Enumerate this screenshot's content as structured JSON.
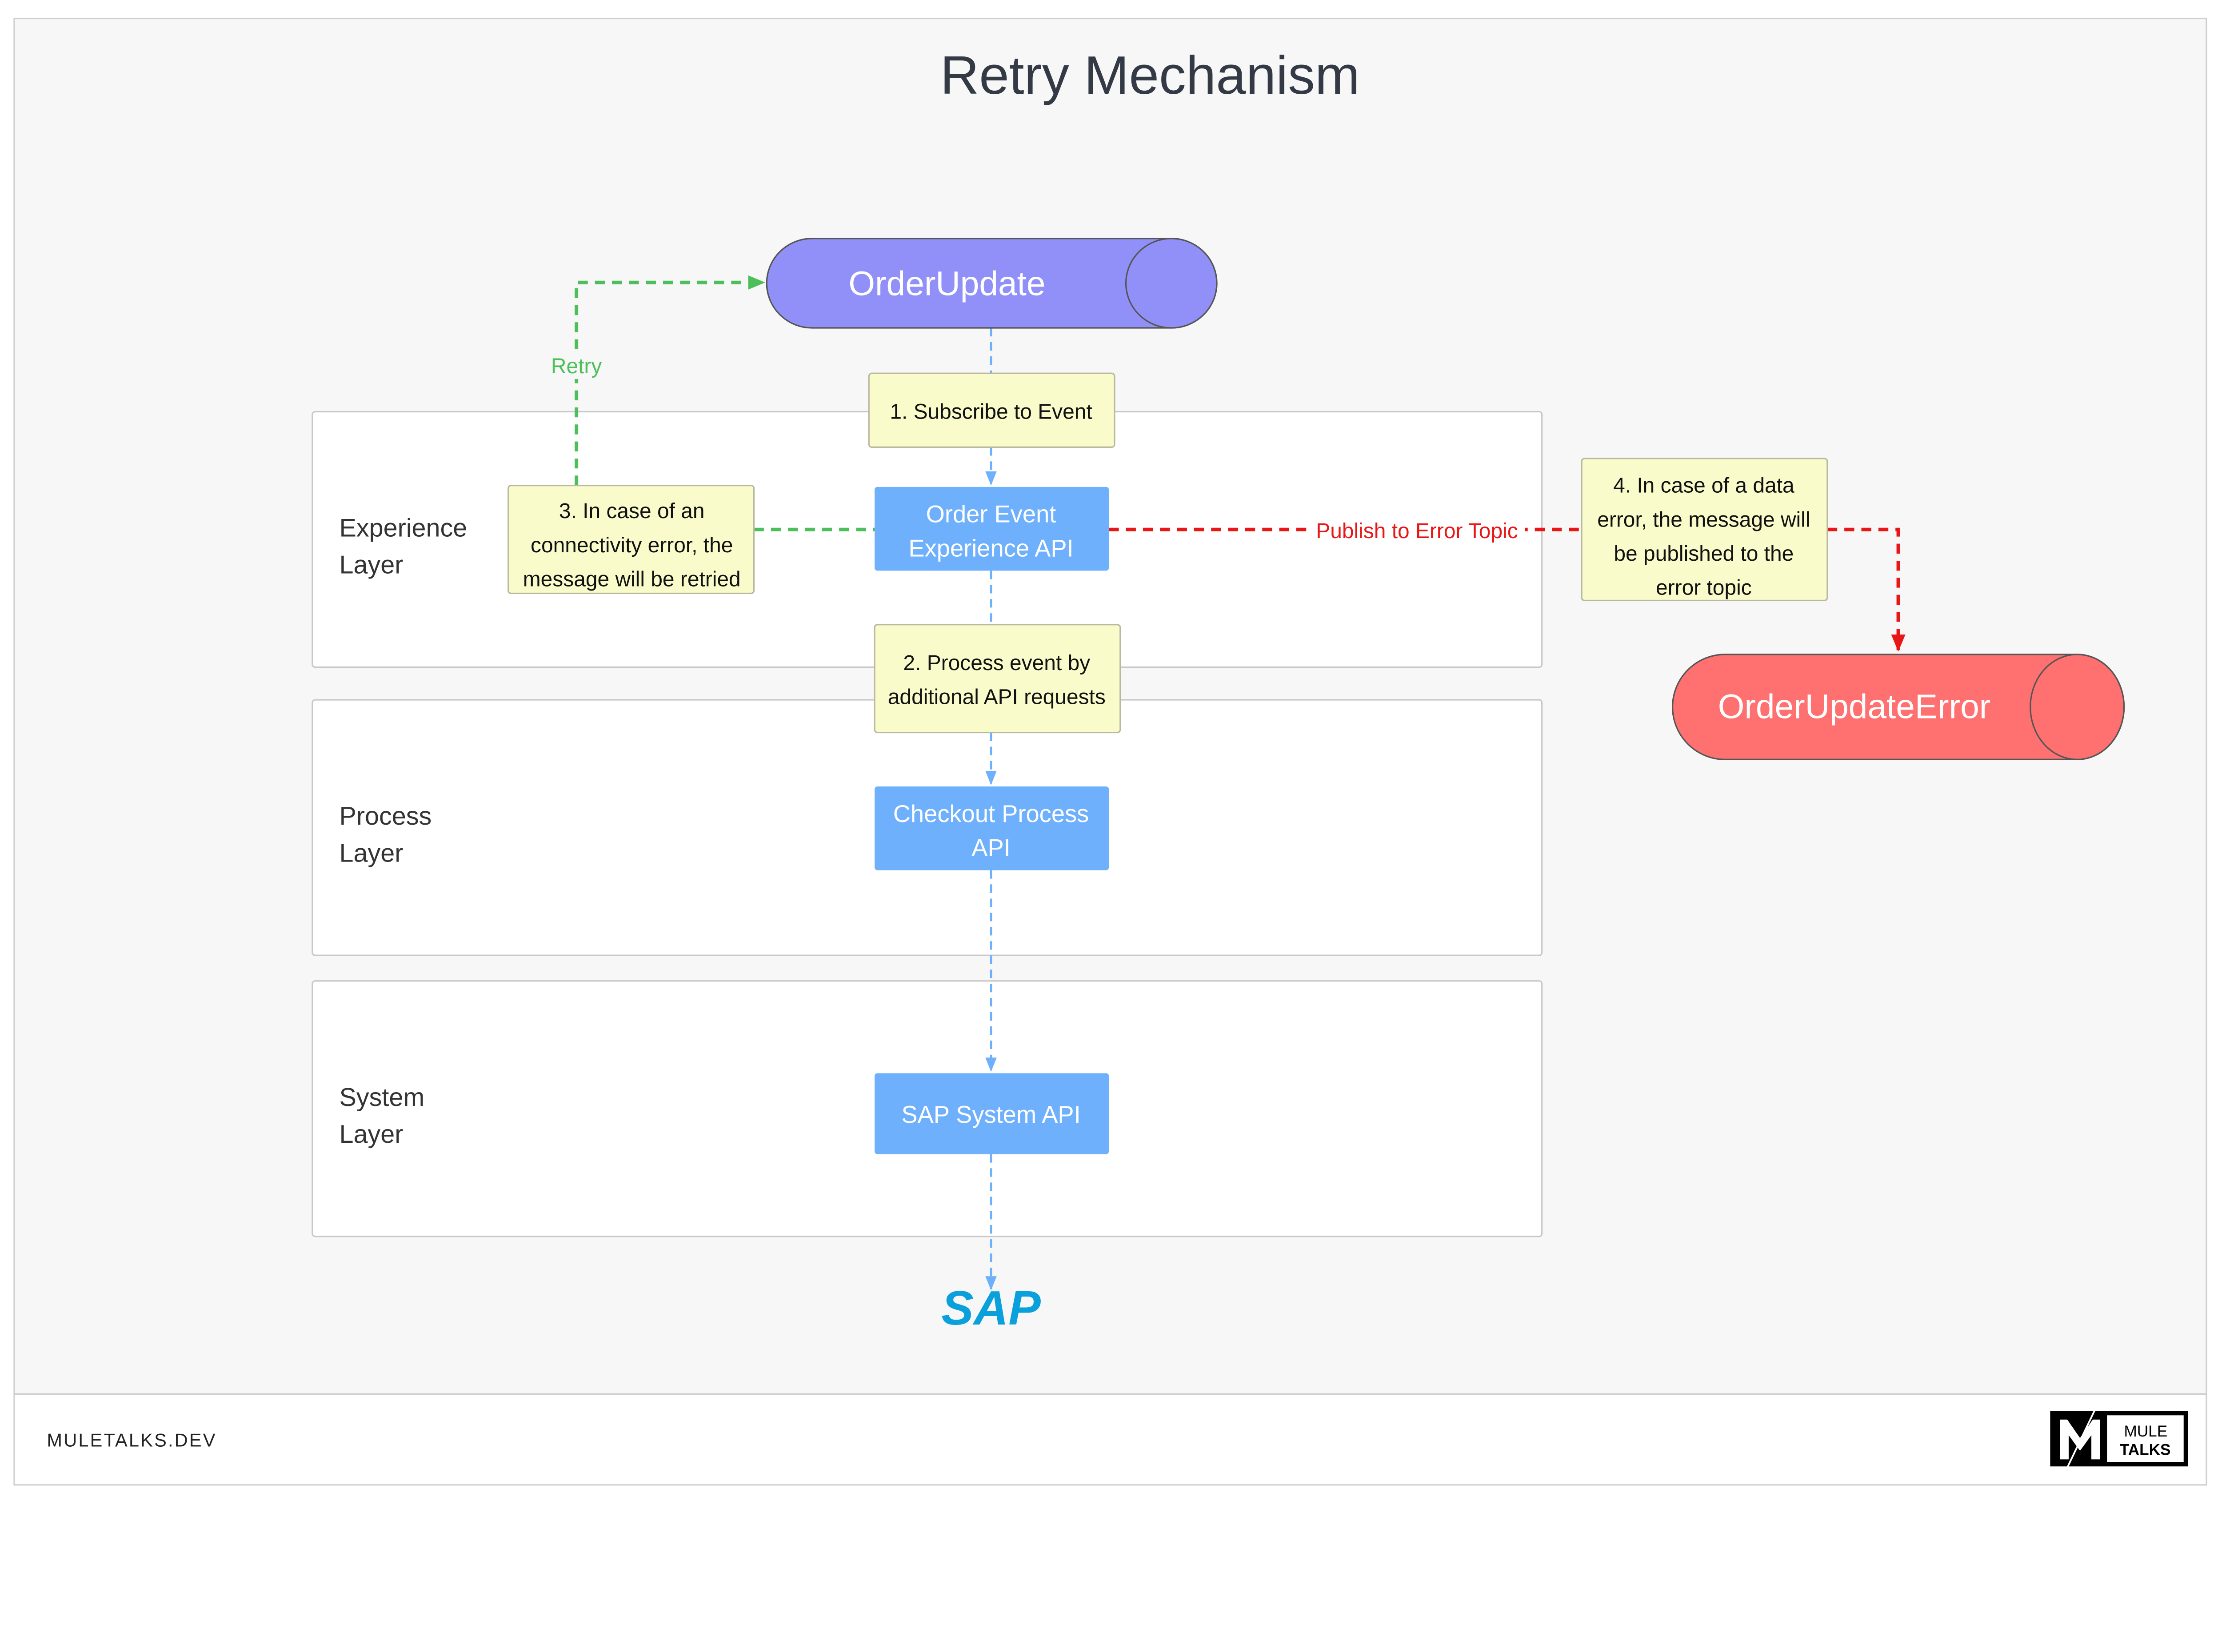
{
  "title": "Retry Mechanism",
  "topics": {
    "order_update": "OrderUpdate",
    "order_update_error": "OrderUpdateError"
  },
  "layers": [
    {
      "line1": "Experience",
      "line2": "Layer"
    },
    {
      "line1": "Process",
      "line2": "Layer"
    },
    {
      "line1": "System",
      "line2": "Layer"
    }
  ],
  "apis": {
    "experience": [
      "Order Event",
      "Experience API"
    ],
    "process": [
      "Checkout Process",
      "API"
    ],
    "system": [
      "SAP System API"
    ]
  },
  "notes": {
    "step1": [
      "1.  Subscribe to Event"
    ],
    "step2": [
      "2. Process event by",
      "additional API requests"
    ],
    "step3": [
      "3. In case of an",
      "connectivity error, the",
      "message will be retried"
    ],
    "step4": [
      "4. In case of a data",
      "error, the message will",
      "be published to the",
      "error topic"
    ]
  },
  "edge_labels": {
    "retry": "Retry",
    "publish_error": "Publish to Error Topic"
  },
  "sap_logo": "SAP",
  "footer": {
    "site": "MULETALKS.DEV",
    "logo_line1": "MULE",
    "logo_line2": "TALKS"
  },
  "colors": {
    "topic": "#9090f8",
    "error_topic": "#ff7070",
    "api": "#6eb0fb",
    "note": "#fafbca",
    "flow": "#6eb0fb",
    "retry": "#4cbf5a",
    "error": "#e81616",
    "sap": "#0aa0dc"
  }
}
